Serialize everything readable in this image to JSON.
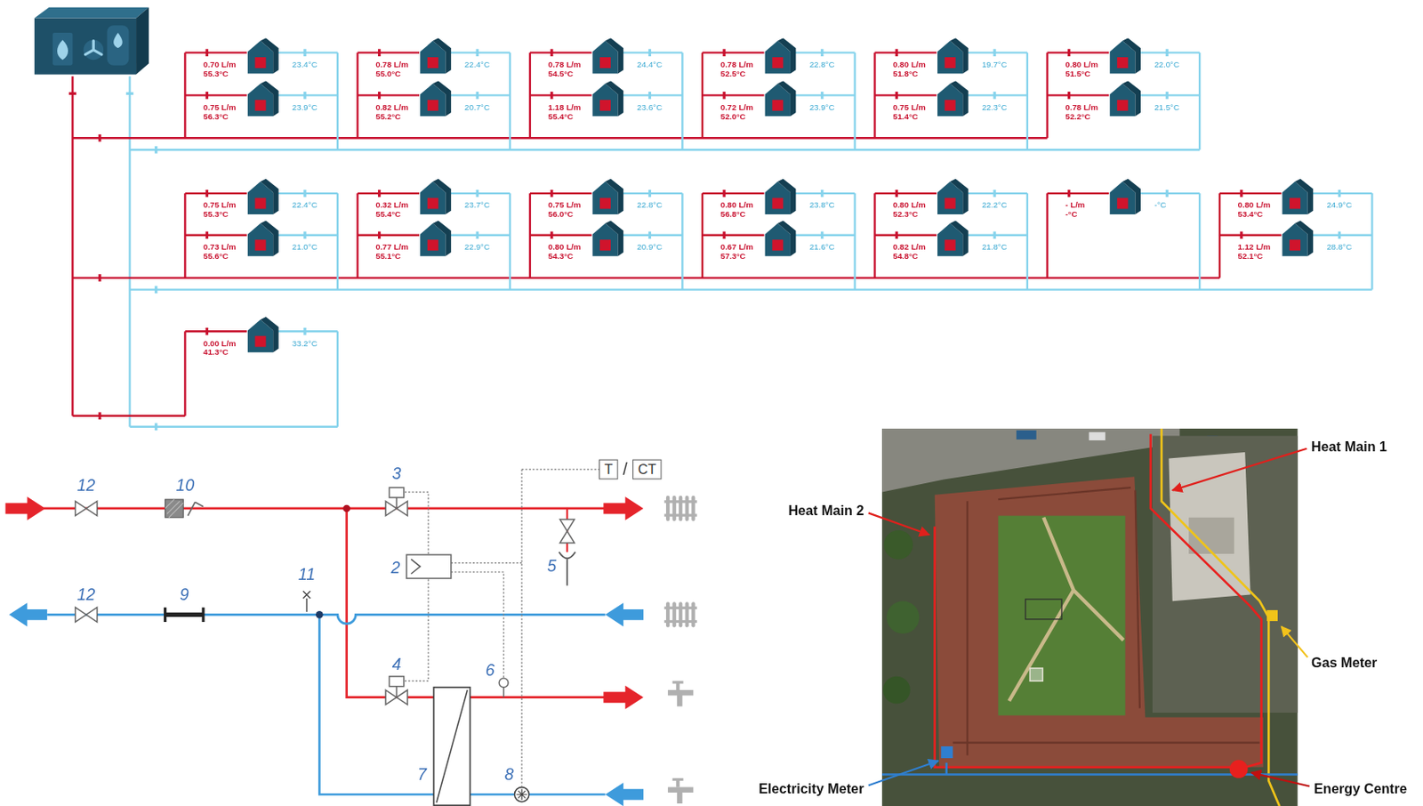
{
  "diagram": {
    "nodes": [
      {
        "text": [
          "0.70 L/m",
          "55.3°C",
          "23.4°C"
        ]
      },
      {
        "text": [
          "0.75 L/m",
          "56.3°C",
          "23.9°C"
        ]
      },
      {
        "text": [
          "0.78 L/m",
          "55.0°C",
          "22.4°C"
        ]
      },
      {
        "text": [
          "0.82 L/m",
          "55.2°C",
          "20.7°C"
        ]
      },
      {
        "text": [
          "0.78 L/m",
          "54.5°C",
          "24.4°C"
        ]
      },
      {
        "text": [
          "1.18 L/m",
          "55.4°C",
          "23.6°C"
        ]
      },
      {
        "text": [
          "0.78 L/m",
          "52.5°C",
          "22.8°C"
        ]
      },
      {
        "text": [
          "0.72 L/m",
          "52.0°C",
          "23.9°C"
        ]
      },
      {
        "text": [
          "0.80 L/m",
          "51.8°C",
          "19.7°C"
        ]
      },
      {
        "text": [
          "0.75 L/m",
          "51.4°C",
          "22.3°C"
        ]
      },
      {
        "text": [
          "0.80 L/m",
          "51.5°C",
          "22.0°C"
        ]
      },
      {
        "text": [
          "0.78 L/m",
          "52.2°C",
          "21.5°C"
        ]
      },
      {
        "text": [
          "0.75 L/m",
          "55.3°C",
          "22.4°C"
        ]
      },
      {
        "text": [
          "0.73 L/m",
          "55.6°C",
          "21.0°C"
        ]
      },
      {
        "text": [
          "0.32 L/m",
          "55.4°C",
          "23.7°C"
        ]
      },
      {
        "text": [
          "0.77 L/m",
          "55.1°C",
          "22.9°C"
        ]
      },
      {
        "text": [
          "0.75 L/m",
          "56.0°C",
          "22.8°C"
        ]
      },
      {
        "text": [
          "0.80 L/m",
          "54.3°C",
          "20.9°C"
        ]
      },
      {
        "text": [
          "0.80 L/m",
          "56.8°C",
          "23.8°C"
        ]
      },
      {
        "text": [
          "0.67 L/m",
          "57.3°C",
          "21.6°C"
        ]
      },
      {
        "text": [
          "0.80 L/m",
          "52.3°C",
          "22.2°C"
        ]
      },
      {
        "text": [
          "0.82 L/m",
          "54.8°C",
          "21.8°C"
        ]
      },
      {
        "text": [
          "- L/m",
          "-°C",
          "-°C"
        ]
      },
      {
        "text": [
          "0.80 L/m",
          "53.4°C",
          "24.9°C"
        ]
      },
      {
        "text": [
          "1.12 L/m",
          "52.1°C",
          "28.8°C"
        ]
      },
      {
        "text": [
          "0.00 L/m",
          "41.3°C",
          "33.2°C"
        ]
      },
      {
        "text": [
          "T"
        ]
      },
      {
        "text": [
          "CT"
        ]
      }
    ],
    "labels": [
      "12",
      "10",
      "3",
      "/",
      "2",
      "5",
      "12",
      "11",
      "9",
      "4",
      "6",
      "7",
      "8",
      "Heat Main 2",
      "Heat Main 1",
      "Gas Meter",
      "Electricity Meter",
      "Energy Centre"
    ]
  }
}
